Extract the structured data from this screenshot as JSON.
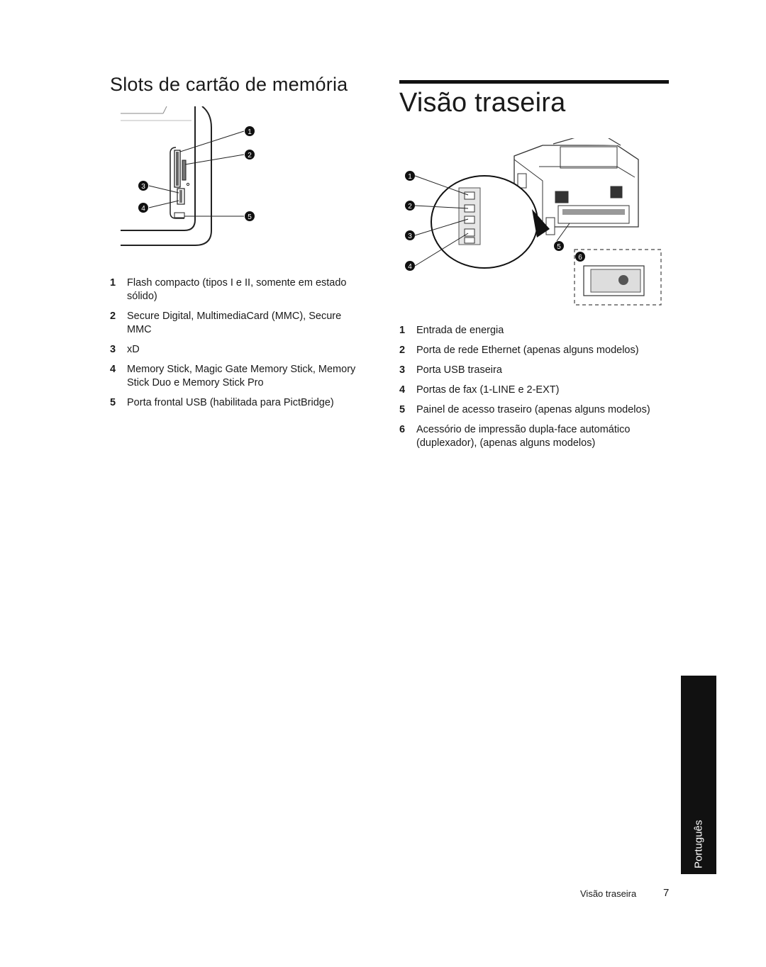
{
  "left_section": {
    "heading": "Slots de cartão de memória",
    "callouts": [
      "1",
      "2",
      "3",
      "4",
      "5"
    ],
    "items": [
      {
        "num": "1",
        "text": "Flash compacto (tipos I e II, somente em estado sólido)"
      },
      {
        "num": "2",
        "text": "Secure Digital, MultimediaCard (MMC), Secure MMC"
      },
      {
        "num": "3",
        "text": "xD"
      },
      {
        "num": "4",
        "text": "Memory Stick, Magic Gate Memory Stick, Memory Stick Duo e Memory Stick Pro"
      },
      {
        "num": "5",
        "text": "Porta frontal USB (habilitada para PictBridge)"
      }
    ]
  },
  "right_section": {
    "heading": "Visão traseira",
    "callouts": [
      "1",
      "2",
      "3",
      "4",
      "5",
      "6"
    ],
    "items": [
      {
        "num": "1",
        "text": "Entrada de energia"
      },
      {
        "num": "2",
        "text": "Porta de rede Ethernet (apenas alguns modelos)"
      },
      {
        "num": "3",
        "text": "Porta USB traseira"
      },
      {
        "num": "4",
        "text": "Portas de fax (1-LINE e 2-EXT)"
      },
      {
        "num": "5",
        "text": "Painel de acesso traseiro (apenas alguns modelos)"
      },
      {
        "num": "6",
        "text": "Acessório de impressão dupla-face automático (duplexador), (apenas alguns modelos)"
      }
    ]
  },
  "side_tab": {
    "label": "Português"
  },
  "footer": {
    "section_title": "Visão traseira",
    "page_number": "7"
  }
}
